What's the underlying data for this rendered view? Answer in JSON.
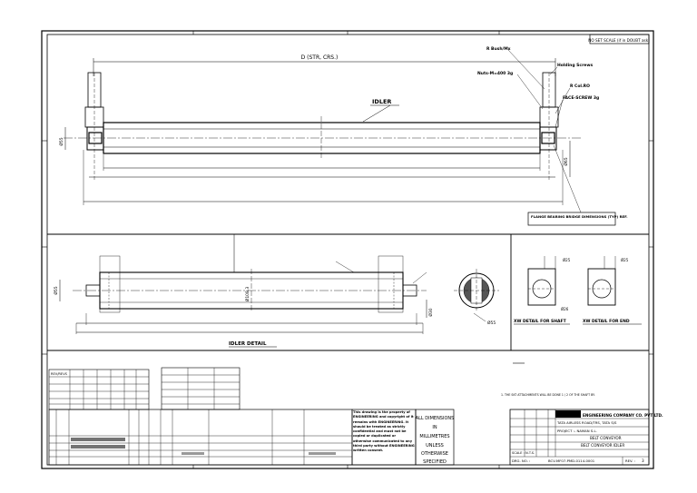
{
  "top_view": {
    "title": "IDLER",
    "dim_overall": "D (STR, CRS.)",
    "callouts": {
      "rubbing_bush": "R Bush/Mx",
      "holding_screw": "Holding Screws",
      "nut_lock": "Nuts-M=400 3g",
      "key": "R Col.RO",
      "cast_hole": "FACE-SCREW 3g",
      "seal_note": "FLANGE BEARING BRIDGE DIMENSIONS (TYP) REF."
    },
    "dims": {
      "left_height": "Ø55",
      "right_height": "Ø65"
    }
  },
  "idler_detail": {
    "title": "IDLER DETAIL",
    "dims": {
      "mid": "Ø108.3",
      "end": "Ø30",
      "left": "Ø55",
      "shaft": "Ø55"
    }
  },
  "end_views": {
    "shaft_label": "XW DETAIL FOR SHAFT",
    "end_label": "XW DETAIL FOR END",
    "dims": {
      "a": "Ø25",
      "b": "Ø26",
      "c": "Ø25"
    }
  },
  "notes": {
    "revision_label": "REV/REVS",
    "note_line": "1. THE SKT ATTACHMENTS WILL BE DONE 1 / 2 OF THE SHAFT BY."
  },
  "title_block": {
    "company": "ENGINEERING COMPANY CO. PVT LTD.",
    "client": "TATA AIRLESS ROAD/TRS, TATA S/S",
    "project": "PROJECT :- NAMAN S.L.",
    "drawing_title_1": "BELT CONVEYOR",
    "drawing_title_2": "BELT CONVEYOR IDLER",
    "drawing_no": "BCV-MF07-PMD-0114-0001",
    "rev": "3",
    "dim_note_1": "ALL DIMENSIONS",
    "dim_note_2": "IN",
    "dim_note_3": "MILLIMETRES",
    "dim_note_4": "UNLESS",
    "dim_note_5": "OTHERWISE",
    "dim_note_6": "SPECIFIED",
    "confidential": "This drawing is the property of ENGINEERING and copyright of it remains with ENGINEERING. It should be treated as strictly confidential and must not be copied or duplicated or otherwise communicated to any third party without ENGINEERING written consent.",
    "top_ref": "NO SET SCALE (if in DOUBT ask)",
    "scale_label": "SCALE : N.T.S.",
    "drg_label": "DRG. NO. :",
    "rev_label": "REV. :"
  }
}
